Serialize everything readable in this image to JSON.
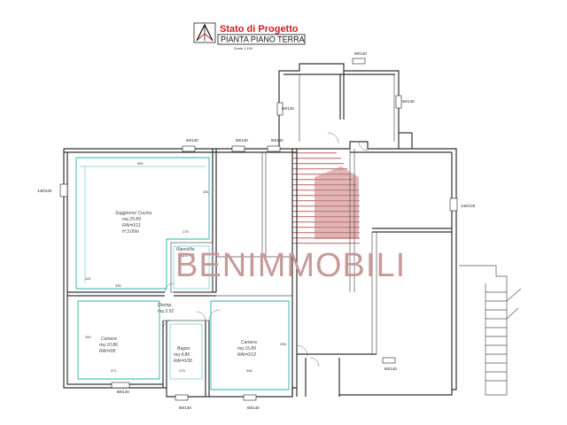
{
  "header": {
    "title": "Stato di Progetto",
    "subtitle": "PIANTA PIANO TERRA",
    "scale": "Scala 1:100"
  },
  "watermark": "BENIMMOBILI",
  "rooms": [
    {
      "id": "soggiorno",
      "lines": [
        "Soggiorno/ Cucina",
        "mq 25.89",
        "RAI=0/11",
        "H 3.00m"
      ]
    },
    {
      "id": "ripostiglio",
      "lines": [
        "Ripost/lio",
        "mq 2.40"
      ]
    },
    {
      "id": "disimpegno",
      "lines": [
        "Disimp.",
        "mq 2.52"
      ]
    },
    {
      "id": "camera1",
      "lines": [
        "Camera",
        "mq 10.86",
        "RAI=0/8"
      ]
    },
    {
      "id": "bagno",
      "lines": [
        "Bagno",
        "mq 4.86",
        "RAI=0/30"
      ]
    },
    {
      "id": "camera2",
      "lines": [
        "Camera",
        "mq 15.89",
        "RAI=0/12"
      ]
    }
  ],
  "dimensions": {
    "d1": "550",
    "d2": "175",
    "d3": "330",
    "d4": "281",
    "d5": "371",
    "d6": "170",
    "d7": "346",
    "d8": "336",
    "d9": "260",
    "d10": "115"
  },
  "windows": {
    "w_top_a": "60/140",
    "w_top_b": "60/140",
    "w_top_c": "60/140",
    "w_top_d": "60/140",
    "w_right": "140/140",
    "w_left": "140/140",
    "w_bot_a": "80/140",
    "w_bot_b": "60/140",
    "w_bot_c": "60/140",
    "w_up_a": "60/140",
    "w_up_b": "60/140",
    "w_up_c": "60/140"
  },
  "colors": {
    "title_red": "#d22020",
    "room_lines": "#2bb3b1",
    "walls": "#333333",
    "watermark": "#c79a9a"
  }
}
